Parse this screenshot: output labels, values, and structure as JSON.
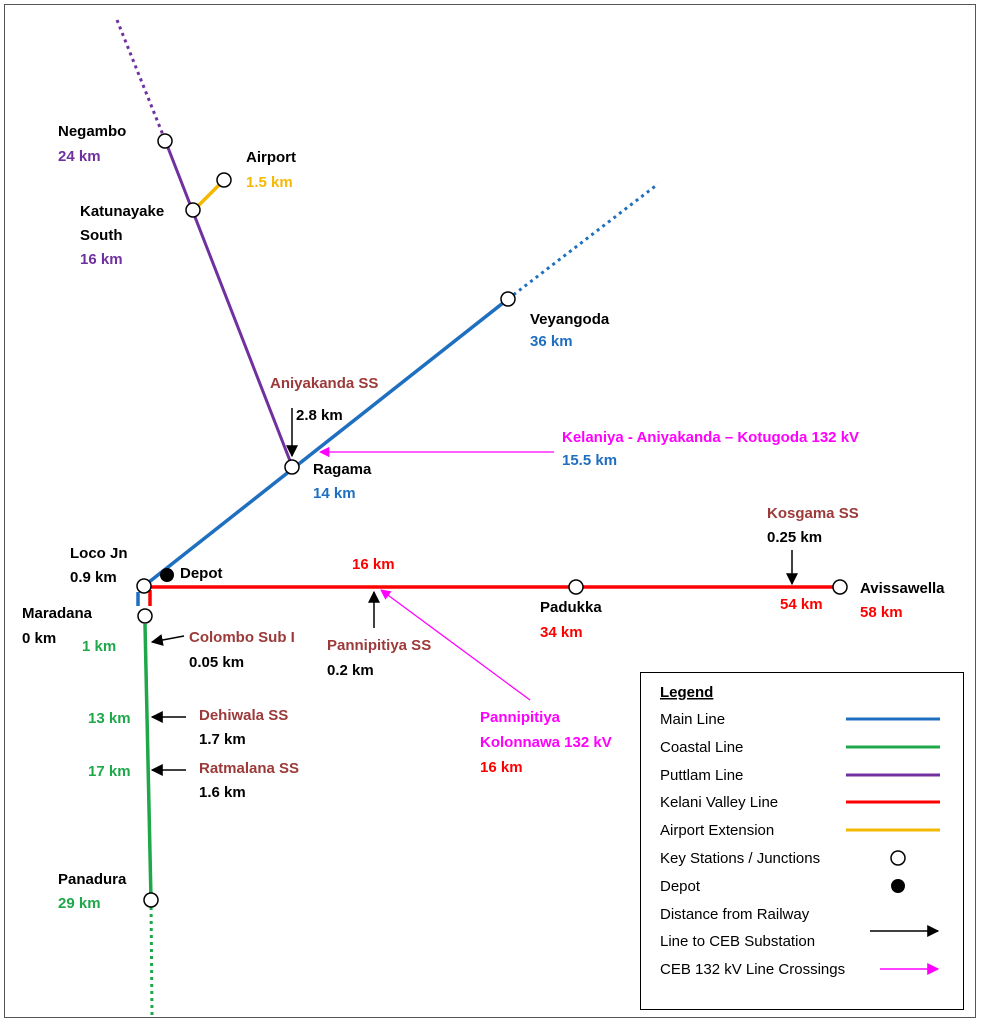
{
  "colors": {
    "main": "#1f6fc0",
    "coastal": "#1fa84a",
    "puttlam": "#7030a0",
    "kelani": "#ff0000",
    "airport": "#f5b800",
    "substation_label": "#9c3a3a",
    "crossing": "#ff00ff",
    "black": "#000000"
  },
  "stations": {
    "negambo": {
      "name": "Negambo",
      "dist": "24 km"
    },
    "airport": {
      "name": "Airport",
      "dist": "1.5 km"
    },
    "katunayake": {
      "name1": "Katunayake",
      "name2": "South",
      "dist": "16 km"
    },
    "veyangoda": {
      "name": "Veyangoda",
      "dist": "36 km"
    },
    "ragama": {
      "name": "Ragama",
      "dist": "14 km"
    },
    "loco_jn": {
      "name": "Loco Jn",
      "dist": "0.9 km"
    },
    "depot": {
      "name": "Depot"
    },
    "maradana": {
      "name": "Maradana",
      "dist": "0 km"
    },
    "padukka": {
      "name": "Padukka",
      "dist": "34 km"
    },
    "avissawella": {
      "name": "Avissawella",
      "dist": "58 km"
    },
    "panadura": {
      "name": "Panadura",
      "dist": "29 km"
    }
  },
  "substations": {
    "aniyakanda": {
      "name": "Aniyakanda SS",
      "dist": "2.8 km"
    },
    "kosgama": {
      "name": "Kosgama SS",
      "dist": "0.25 km",
      "line_km": "54 km"
    },
    "pannipitiya": {
      "name": "Pannipitiya SS",
      "dist": "0.2 km"
    },
    "colombo": {
      "name": "Colombo Sub I",
      "dist": "0.05 km",
      "line_km": "1 km"
    },
    "dehiwala": {
      "name": "Dehiwala SS",
      "dist": "1.7 km",
      "line_km": "13 km"
    },
    "ratmalana": {
      "name": "Ratmalana SS",
      "dist": "1.6 km",
      "line_km": "17 km"
    }
  },
  "crossings": {
    "kelaniya": {
      "name": "Kelaniya - Aniyakanda – Kotugoda 132 kV",
      "dist": "15.5 km"
    },
    "pannipitiya": {
      "name1": "Pannipitiya",
      "name2": "Kolonnawa 132 kV",
      "dist": "16 km",
      "line_km": "16 km"
    }
  },
  "legend": {
    "title": "Legend",
    "items": [
      {
        "label": "Main Line"
      },
      {
        "label": "Coastal Line"
      },
      {
        "label": "Puttlam Line"
      },
      {
        "label": "Kelani Valley Line"
      },
      {
        "label": "Airport Extension"
      },
      {
        "label": "Key Stations / Junctions"
      },
      {
        "label": "Depot"
      },
      {
        "label": "Distance from Railway"
      },
      {
        "label": "Line to CEB Substation"
      },
      {
        "label": "CEB 132 kV Line Crossings"
      }
    ]
  }
}
